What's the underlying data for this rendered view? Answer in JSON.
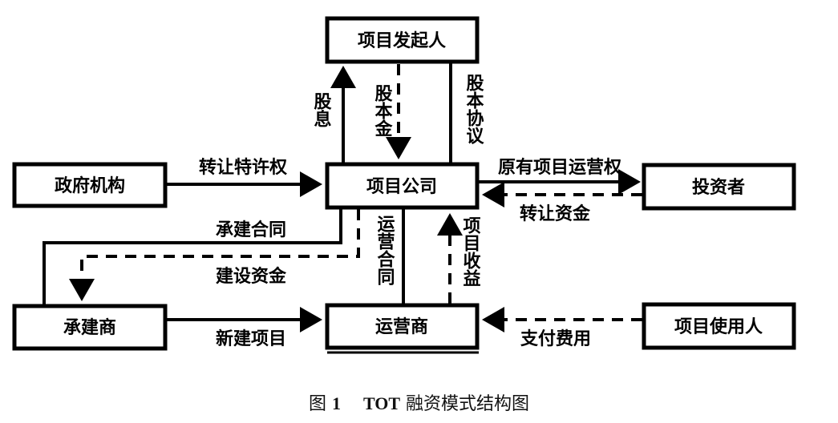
{
  "nodes": {
    "sponsor": "项目发起人",
    "company": "项目公司",
    "government": "政府机构",
    "investor": "投资者",
    "contractor": "承建商",
    "operator": "运营商",
    "user": "项目使用人"
  },
  "edges": {
    "dividend": "股息",
    "equity_capital": "股本金",
    "equity_agreement": "股本协议",
    "transfer_franchise": "转让特许权",
    "original_operation_right": "原有项目运营权",
    "transfer_funds": "转让资金",
    "construction_contract": "承建合同",
    "construction_funds": "建设资金",
    "operation_contract": "运营合同",
    "project_revenue": "项目收益",
    "new_project": "新建项目",
    "payment": "支付费用"
  },
  "caption": {
    "fig_label": "图",
    "fig_number": "1",
    "acronym": "TOT",
    "title": "融资模式结构图"
  }
}
